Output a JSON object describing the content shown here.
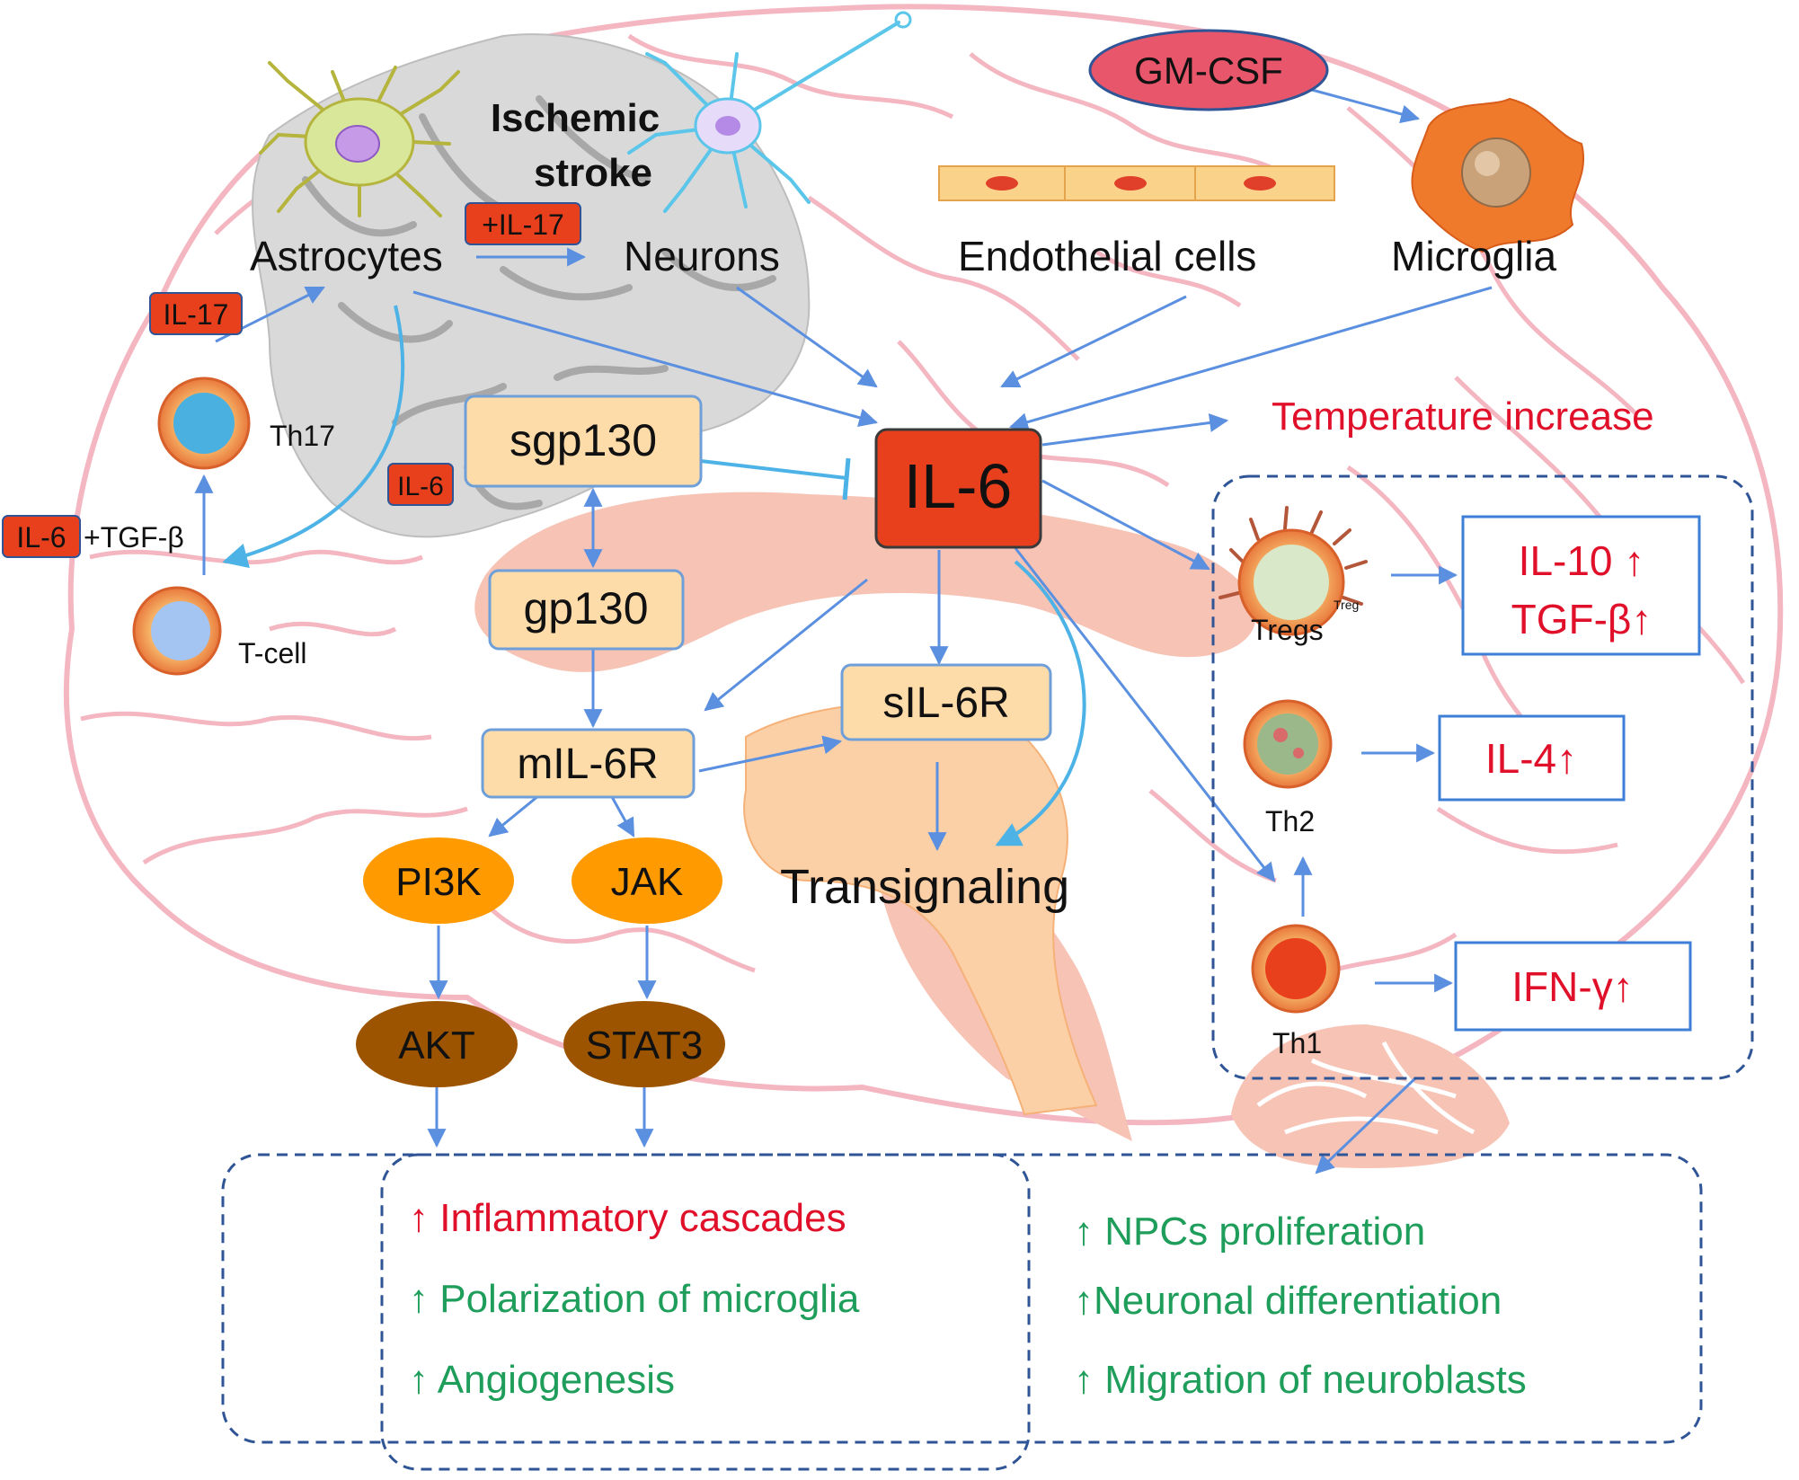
{
  "colors": {
    "brain_outline": "#f4b6c0",
    "brain_fill": "#ffffff",
    "ischemic_region": "#d9d9d9",
    "arrow": "#5b8fe0",
    "inhibit_line": "#4db3e6",
    "box_fill": "#fddcaa",
    "box_stroke": "#6f9fd8",
    "il6_fill": "#e8401c",
    "pathway_orange": "#ff9a00",
    "pathway_brown": "#9c5400",
    "red_text": "#e0102a",
    "green_text": "#1e9e5a",
    "dashed_box": "#2f5597",
    "gmcsf_fill": "#e8566b"
  },
  "title_region": {
    "line1": "Ischemic",
    "line2": "stroke"
  },
  "cells": {
    "astrocytes": "Astrocytes",
    "neurons": "Neurons",
    "endothelial": "Endothelial cells",
    "microglia": "Microglia",
    "th17": "Th17",
    "tcell": "T-cell",
    "tregs": "Tregs",
    "treg_small": "Treg",
    "th2": "Th2",
    "th1": "Th1"
  },
  "badges": {
    "il17_top": "+IL-17",
    "il17_left": "IL-17",
    "il6_left": "IL-6",
    "tgf_left": "+TGF-β",
    "il6_mid": "IL-6"
  },
  "nodes": {
    "gmcsf": "GM-CSF",
    "sgp130": "sgp130",
    "il6": "IL-6",
    "gp130": "gp130",
    "mil6r": "mIL-6R",
    "sil6r": "sIL-6R",
    "pi3k": "PI3K",
    "jak": "JAK",
    "akt": "AKT",
    "stat3": "STAT3",
    "transignaling": "Transignaling",
    "temperature": "Temperature increase"
  },
  "outputs": {
    "il10": "IL-10 ↑",
    "tgfb": "TGF-β↑",
    "il4": "IL-4↑",
    "ifng": "IFN-γ↑"
  },
  "effects_left": [
    {
      "text": "↑ Inflammatory cascades",
      "color": "red"
    },
    {
      "text": "↑ Polarization of microglia",
      "color": "green"
    },
    {
      "text": "↑ Angiogenesis",
      "color": "green"
    }
  ],
  "effects_right": [
    {
      "text": "↑ NPCs proliferation",
      "color": "green"
    },
    {
      "text": "↑Neuronal differentiation",
      "color": "green"
    },
    {
      "text": "↑ Migration of neuroblasts",
      "color": "green"
    }
  ]
}
